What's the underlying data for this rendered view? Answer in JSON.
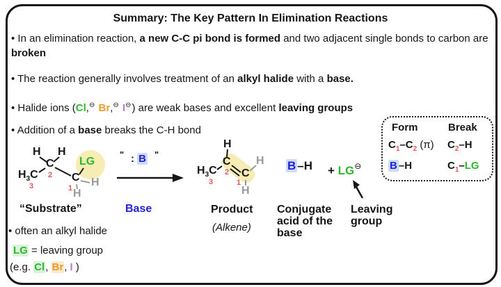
{
  "colors": {
    "green": "#2db92d",
    "pale-green": "#d9f4d9",
    "orange": "#f2992e",
    "pale-orange": "#fdeacb",
    "violet": "#b27fd6",
    "blue": "#2222dd",
    "pale-blue": "#ccdcf8",
    "red": "#e25757",
    "gray": "#9a9a9a",
    "hl-yellow": "#f6e9a6",
    "border": "#151515"
  },
  "title": "Summary: The Key Pattern In Elimination Reactions",
  "bullets": [
    {
      "segs": [
        {
          "t": "• In an elimination reaction, "
        },
        {
          "t": "a new C-C pi bond is formed",
          "c": "b"
        },
        {
          "t": " and two adjacent single bonds to carbon are "
        },
        {
          "t": "broken",
          "c": "b"
        }
      ]
    },
    {
      "segs": [
        {
          "t": "• The reaction generally involves treatment of an "
        },
        {
          "t": "alkyl halide",
          "c": "b"
        },
        {
          "t": " with a "
        },
        {
          "t": "base.",
          "c": "b"
        }
      ]
    },
    {
      "segs": [
        {
          "t": "• Halide ions ("
        },
        {
          "t": "Cl",
          "c": "g"
        },
        {
          "t": ","
        },
        {
          "t": "⊖",
          "c": "sup"
        },
        {
          "t": " "
        },
        {
          "t": "Br",
          "c": "o"
        },
        {
          "t": ","
        },
        {
          "t": "⊖",
          "c": "sup"
        },
        {
          "t": " "
        },
        {
          "t": "I",
          "c": "v"
        },
        {
          "t": "⊖",
          "c": "sup"
        },
        {
          "t": ") are weak bases and excellent "
        },
        {
          "t": "leaving groups",
          "c": "b"
        }
      ]
    },
    {
      "segs": [
        {
          "t": "• Addition of a "
        },
        {
          "t": "base",
          "c": "b"
        },
        {
          "t": " breaks the C-H bond"
        }
      ]
    }
  ],
  "form_break": {
    "form_label": "Form",
    "break_label": "Break",
    "form_pi": [
      {
        "t": "C"
      },
      {
        "t": "1",
        "c": "subr"
      },
      {
        "t": "–"
      },
      {
        "t": "C"
      },
      {
        "t": "2",
        "c": "subr"
      },
      {
        "t": " (π)",
        "c": "r"
      }
    ],
    "break_ch": [
      {
        "t": "C"
      },
      {
        "t": "2",
        "c": "subr"
      },
      {
        "t": "–"
      },
      {
        "t": "H"
      }
    ],
    "form_bh": [
      {
        "t": "B",
        "c": "blbg"
      },
      {
        "t": "–"
      },
      {
        "t": "H"
      }
    ],
    "break_clg": [
      {
        "t": "C"
      },
      {
        "t": "1",
        "c": "subr"
      },
      {
        "t": "–"
      },
      {
        "t": "LG",
        "c": "g"
      }
    ]
  },
  "scheme": {
    "substrate": {
      "h_tl": "H",
      "h_tr": "H",
      "c2": "C",
      "n2": "2",
      "h3c": [
        {
          "t": "H"
        },
        {
          "t": "3",
          "c": "sub"
        },
        {
          "t": "C"
        }
      ],
      "n3": "3",
      "c1": "C",
      "n1": "1",
      "lg": "LG",
      "h_r": "H",
      "h_b": "H",
      "label": "“Substrate”"
    },
    "arrow": {
      "quote_l": "\"",
      "quote_r": "\"",
      "base_symbol": [
        {
          "t": ": "
        },
        {
          "t": "B",
          "c": "blbg"
        }
      ],
      "label": "Base"
    },
    "product": {
      "h_top": "H",
      "c2": "C",
      "n2": "2",
      "h3c": [
        {
          "t": "H"
        },
        {
          "t": "3",
          "c": "sub"
        },
        {
          "t": "C"
        }
      ],
      "n3": "3",
      "c1": "C",
      "n1": "1",
      "h_ur": "H",
      "h_b": "H",
      "label": "Product",
      "sublabel": "(Alkene)"
    },
    "conjugate": {
      "formula": [
        {
          "t": "B",
          "c": "blbg"
        },
        {
          "t": "–"
        },
        {
          "t": "H"
        }
      ],
      "label": "Conjugate acid of the base"
    },
    "leaving": {
      "formula": [
        {
          "t": "+ "
        },
        {
          "t": "LG",
          "c": "g"
        },
        {
          "t": "⊖",
          "c": "supm"
        }
      ],
      "label": "Leaving group"
    }
  },
  "footnotes": {
    "often": "• often an alkyl halide",
    "lg_def": [
      {
        "t": "LG",
        "c": "gbg"
      },
      {
        "t": " = leaving group"
      }
    ],
    "examples": [
      {
        "t": "(e.g. "
      },
      {
        "t": "Cl",
        "c": "gbg"
      },
      {
        "t": ", "
      },
      {
        "t": "Br",
        "c": "obg"
      },
      {
        "t": ", "
      },
      {
        "t": "I",
        "c": "v"
      },
      {
        "t": " )"
      }
    ]
  }
}
